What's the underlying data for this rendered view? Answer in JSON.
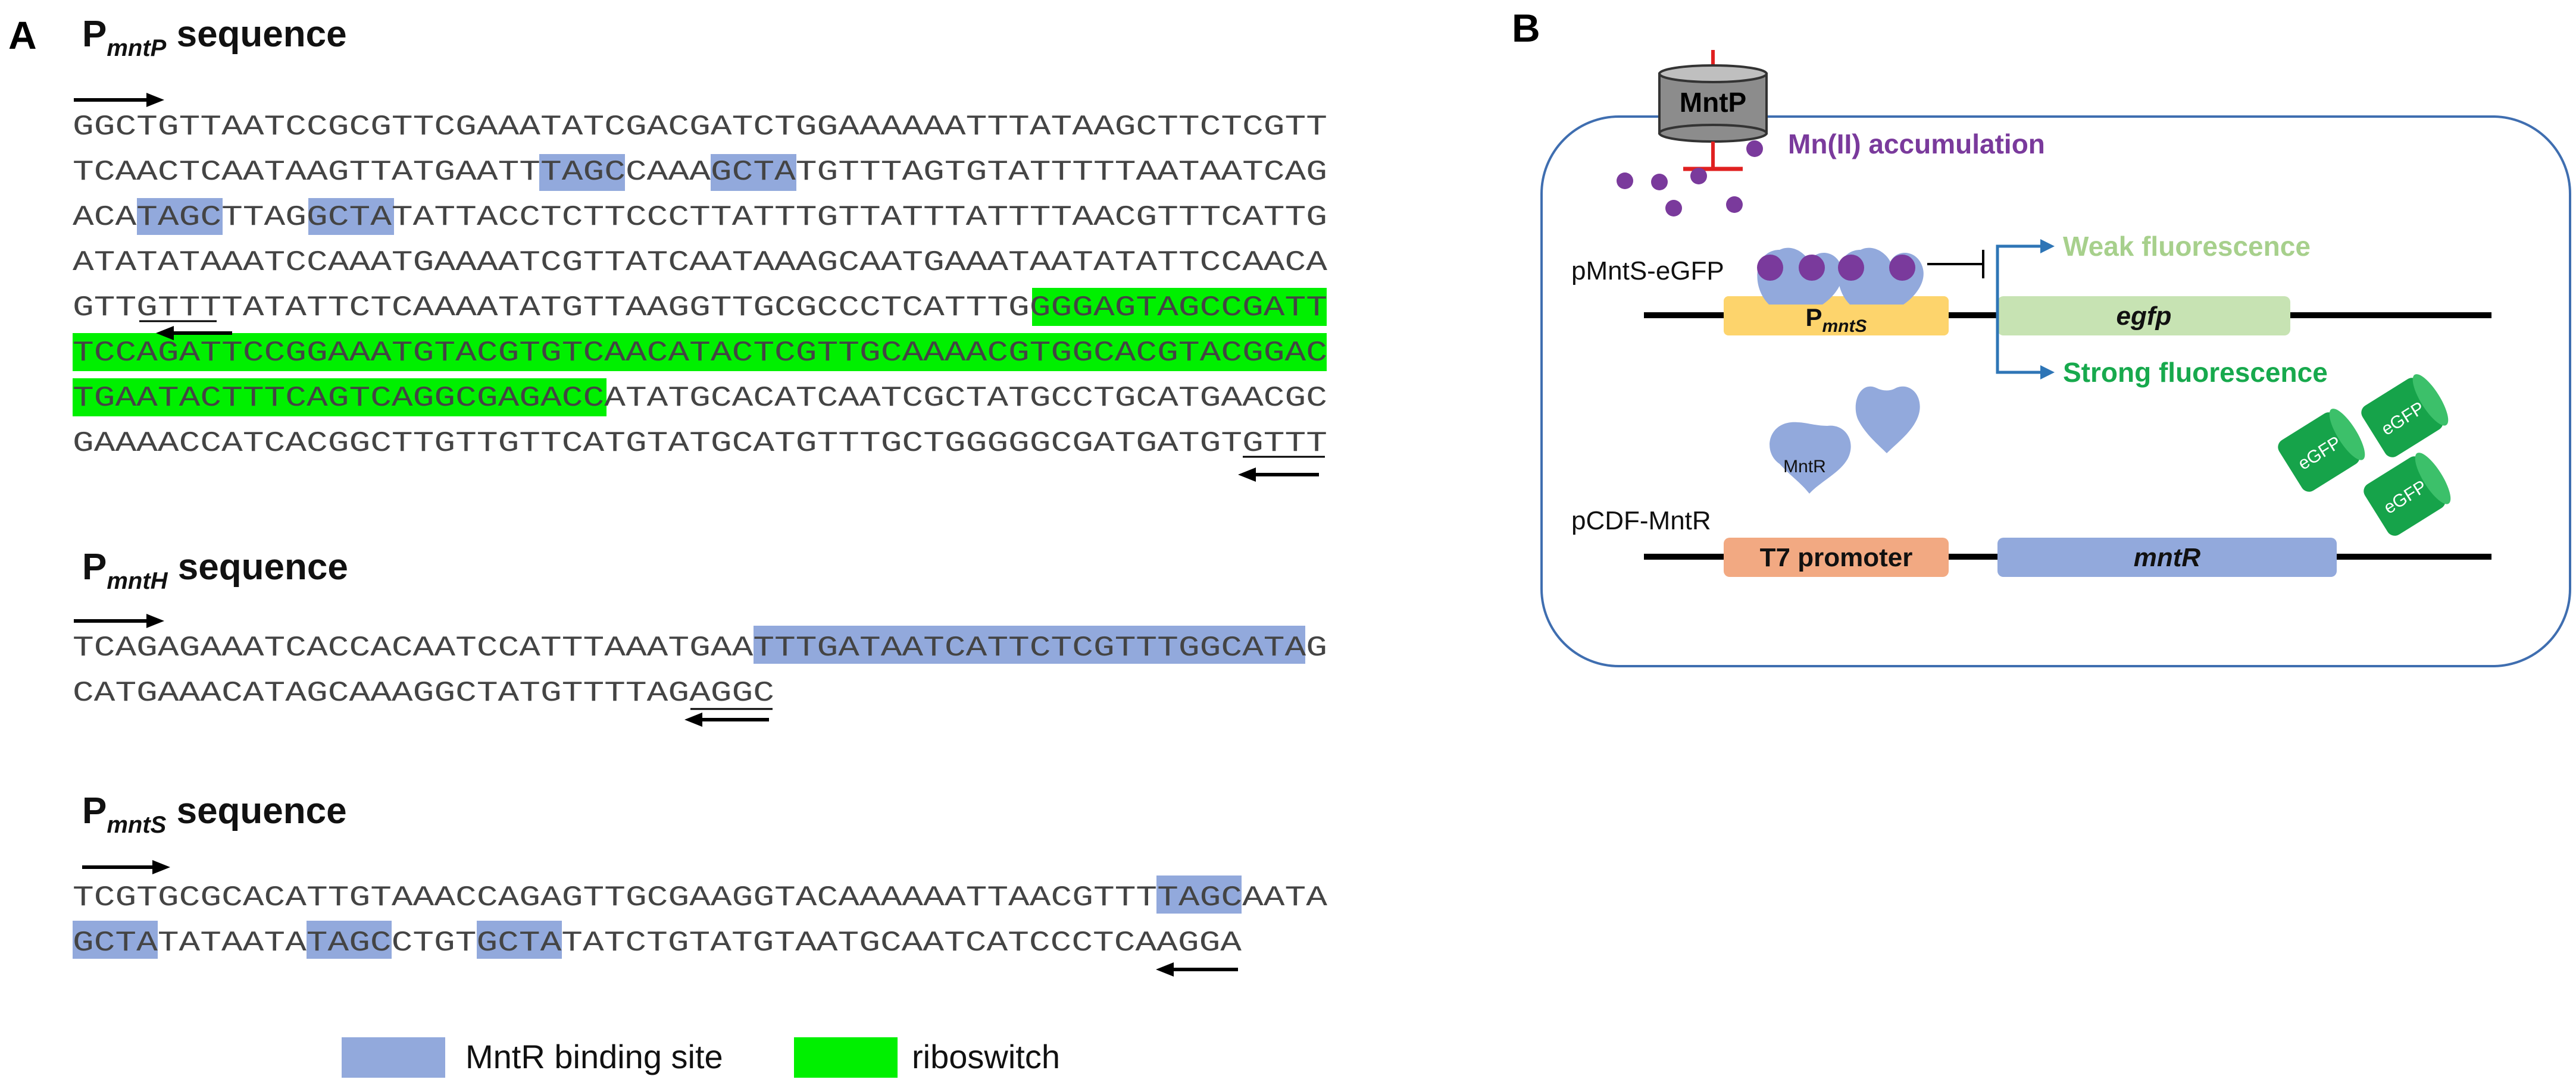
{
  "panel_a": {
    "label": "A",
    "mntP": {
      "title_prefix": "P",
      "title_sub": "mntP",
      "title_suffix": " sequence",
      "lines": [
        "GGCTGTTAATCCGCGTTCGAAATATCGACGATCTGGAAAAAATTTATAAGCTTCTCGTT",
        "TCAACTCAATAAGTTATGAATTTAGCCAAAGCTATGTTTAGTGTATTTTTAATAATCAG",
        "ACATAGCTTAGGCTATATTACCTCTTCCCTTATTTGTTATTTATTTTAACGTTTCATTG",
        "ATATATAAATCCAAATGAAAATCGTTATCAATAAAGCAATGAAATAATATATTCCAACA",
        "GTTGTTTTATATTCTCAAAATATGTTAAGGTTGCGCCCTCATTTGGGGAGTAGCCGATT",
        "TCCAGATTCCGGAAATGTACGTGTCAACATACTCGTTGCAAAACGTGGCACGTACGGAC",
        "TGAATACTTTCAGTCAGGCGAGACCATATGCACATCAATCGCTATGCCTGCATGAACGC",
        "GAAAACCATCACGGCTTGTTGTTCATGTATGCATGTTTGCTGGGGGCGATGATGTGTTT"
      ]
    },
    "mntH": {
      "title_prefix": "P",
      "title_sub": "mntH",
      "title_suffix": " sequence",
      "lines": [
        "TCAGAGAAATCACCACAATCCATTTAAATGAATTTGATAATCATTCTCGTTTGGCATAG",
        "CATGAAACATAGCAAAGGCTATGTTTTAGAGGC"
      ]
    },
    "mntS": {
      "title_prefix": "P",
      "title_sub": "mntS",
      "title_suffix": " sequence",
      "lines": [
        "TCGTGCGCACATTGTAAACCAGAGTTGCGAAGGTACAAAAAATTAACGTTTTAGCAATA",
        "GCTATATAATATAGCCTGTGCTATATCTGTATGTAATGCAATCATCCCTCAAGGA"
      ]
    },
    "legend": [
      {
        "label": "MntR binding site",
        "color": "#92a9dc"
      },
      {
        "label": "riboswitch",
        "color": "#00f000"
      }
    ],
    "colors": {
      "mntr_site": "#92a9dc",
      "riboswitch": "#00f000"
    }
  },
  "panel_b": {
    "label": "B",
    "mntp_label": "MntP",
    "mn_label": "Mn(II) accumulation",
    "plasmid1": "pMntS-eGFP",
    "promoter_prefix": "P",
    "promoter_sub": "mntS",
    "gene1": "egfp",
    "weak": "Weak fluorescence",
    "strong": "Strong fluorescence",
    "mntr_protein": "MntR",
    "egfp_protein": [
      "eGFP",
      "eGFP",
      "eGFP"
    ],
    "plasmid2": "pCDF-MntR",
    "promoter2": "T7 promoter",
    "gene2": "mntR",
    "colors": {
      "mn": "#7a3a9c",
      "promoter_box": "#fdd46c",
      "egfp_box": "#c7e3b3",
      "t7_box": "#f2a982",
      "mntr_box": "#92a9dc",
      "cell_border": "#3f6eb0",
      "weak_text": "#a7d08c",
      "strong_text": "#17a94d",
      "arrow_blue": "#2e75b6",
      "egfp_protein": "#16a34a",
      "inhibit_red": "#e02020"
    }
  }
}
